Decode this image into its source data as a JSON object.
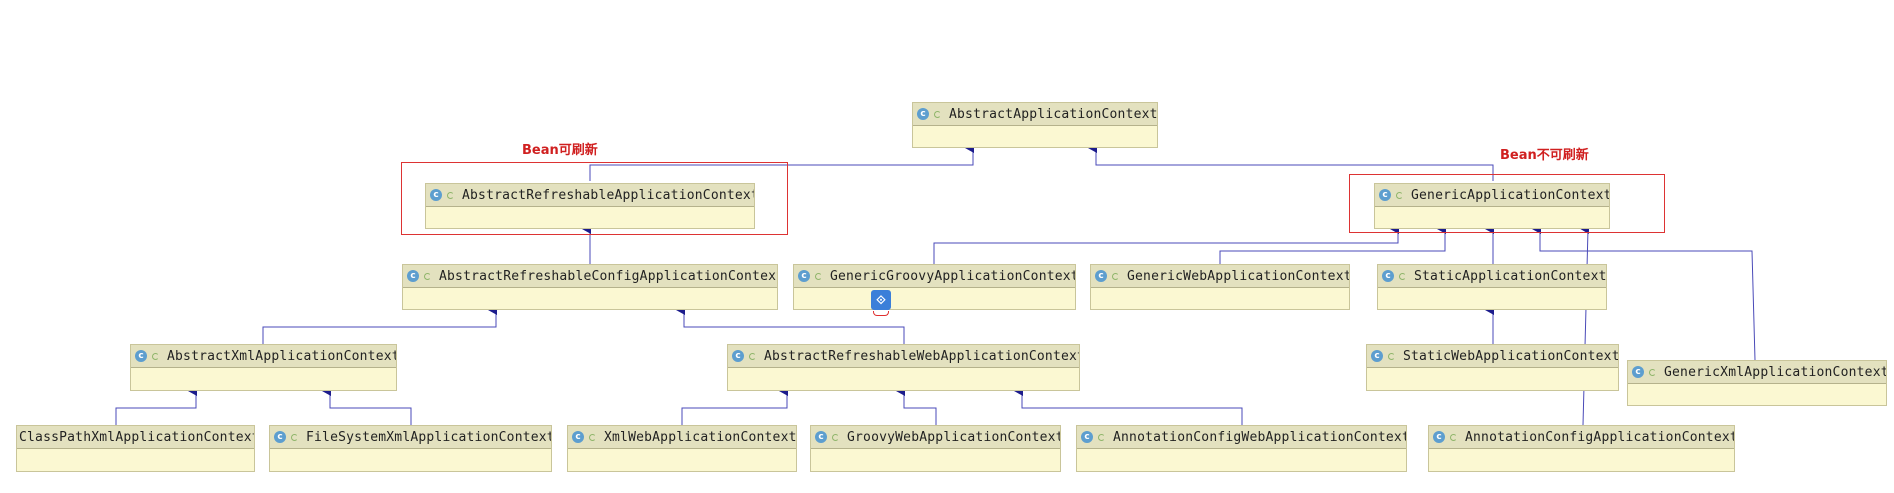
{
  "annotations": {
    "refreshable": "Bean可刷新",
    "non_refreshable": "Bean不可刷新"
  },
  "colors": {
    "node_fill": "#fbf8d2",
    "node_header": "#e3e1bf",
    "edge": "#3a3aa8",
    "highlight": "#dd3333"
  },
  "classes": {
    "AbstractApplicationContext": "AbstractApplicationContext",
    "AbstractRefreshableApplicationContext": "AbstractRefreshableApplicationContext",
    "GenericApplicationContext": "GenericApplicationContext",
    "AbstractRefreshableConfigApplicationContext": "AbstractRefreshableConfigApplicationContext",
    "GenericGroovyApplicationContext": "GenericGroovyApplicationContext",
    "GenericWebApplicationContext": "GenericWebApplicationContext",
    "StaticApplicationContext": "StaticApplicationContext",
    "AbstractXmlApplicationContext": "AbstractXmlApplicationContext",
    "AbstractRefreshableWebApplicationContext": "AbstractRefreshableWebApplicationContext",
    "StaticWebApplicationContext": "StaticWebApplicationContext",
    "GenericXmlApplicationContext": "GenericXmlApplicationContext",
    "ClassPathXmlApplicationContext": "ClassPathXmlApplicationContext",
    "FileSystemXmlApplicationContext": "FileSystemXmlApplicationContext",
    "XmlWebApplicationContext": "XmlWebApplicationContext",
    "GroovyWebApplicationContext": "GroovyWebApplicationContext",
    "AnnotationConfigWebApplicationContext": "AnnotationConfigWebApplicationContext",
    "AnnotationConfigApplicationContext": "AnnotationConfigApplicationContext"
  },
  "icons": {
    "class_icon_glyph": "c",
    "floating_tool": "plugin-icon"
  }
}
